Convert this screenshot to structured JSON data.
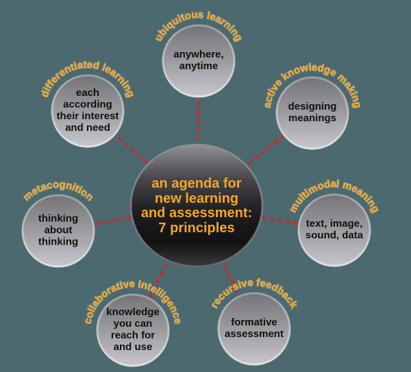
{
  "colors": {
    "background": "#4C6970",
    "label_orange": "#F6A623",
    "connector_red": "#E81C12",
    "node_text_black": "#111111",
    "satellite_gradient_top": "#737378",
    "satellite_gradient_bottom": "#C6C6CC",
    "center_circle_dark": "#141416"
  },
  "center": {
    "label": "an agenda for\nnew learning\nand assessment:\n7 principles"
  },
  "nodes": [
    {
      "id": "ubiquitous-learning",
      "arc_label": "ubiquitous learning",
      "text": "anywhere,\nanytime"
    },
    {
      "id": "active-knowledge-making",
      "arc_label": "active knowledge making",
      "text": "designing\nmeanings"
    },
    {
      "id": "multimodal-meaning",
      "arc_label": "multimodal meaning",
      "text": "text, image,\nsound, data"
    },
    {
      "id": "recursive-feedback",
      "arc_label": "recursive feedback",
      "text": "formative\nassessment"
    },
    {
      "id": "collaborative-intelligence",
      "arc_label": "collaborative intelligence",
      "text": "knowledge\nyou can\nreach for\nand use"
    },
    {
      "id": "metacognition",
      "arc_label": "metacognition",
      "text": "thinking\nabout\nthinking"
    },
    {
      "id": "differentiated-learning",
      "arc_label": "differentiated learning",
      "text": "each\naccording\ntheir interest\nand need"
    }
  ]
}
